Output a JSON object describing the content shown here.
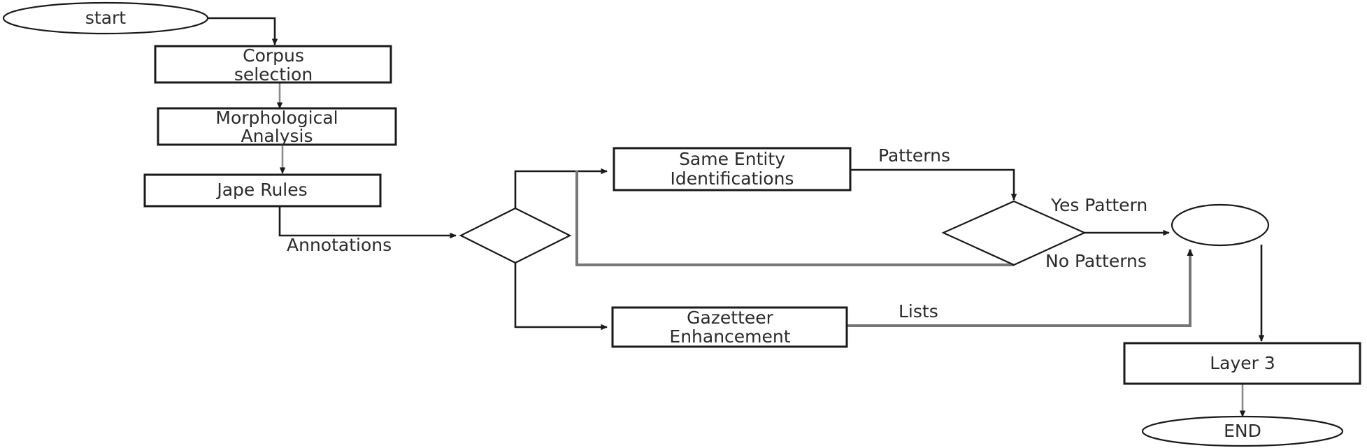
{
  "diagram": {
    "type": "flowchart",
    "title": "",
    "background_color": "#ffffff",
    "line_color": "#1a1a1a",
    "gray_line_color": "#767676",
    "text_color": "#2b2b2b",
    "nodes": [
      {
        "id": "start",
        "shape": "ellipse",
        "label": "start"
      },
      {
        "id": "corpus",
        "shape": "rectangle",
        "label_line1": "Corpus",
        "label_line2": "selection"
      },
      {
        "id": "morph",
        "shape": "rectangle",
        "label_line1": "Morphological",
        "label_line2": "Analysis"
      },
      {
        "id": "jape",
        "shape": "rectangle",
        "label": "Jape Rules"
      },
      {
        "id": "split",
        "shape": "diamond",
        "label": ""
      },
      {
        "id": "same_entity",
        "shape": "rectangle",
        "label_line1": "Same Entity",
        "label_line2": "Identifications"
      },
      {
        "id": "gazetteer",
        "shape": "rectangle",
        "label_line1": "Gazetteer",
        "label_line2": "Enhancement"
      },
      {
        "id": "pattern_test",
        "shape": "diamond",
        "label": ""
      },
      {
        "id": "merge",
        "shape": "circle",
        "label": ""
      },
      {
        "id": "layer3",
        "shape": "rectangle",
        "label": "Layer 3"
      },
      {
        "id": "end",
        "shape": "ellipse",
        "label": "END"
      }
    ],
    "edges": [
      {
        "from": "start",
        "to": "corpus",
        "label": ""
      },
      {
        "from": "corpus",
        "to": "morph",
        "label": ""
      },
      {
        "from": "morph",
        "to": "jape",
        "label": ""
      },
      {
        "from": "jape",
        "to": "split",
        "label": "Annotations"
      },
      {
        "from": "split",
        "to": "same_entity",
        "label": ""
      },
      {
        "from": "split",
        "to": "gazetteer",
        "label": ""
      },
      {
        "from": "same_entity",
        "to": "pattern_test",
        "label": "Patterns"
      },
      {
        "from": "pattern_test",
        "to": "merge",
        "label": "Yes Pattern"
      },
      {
        "from": "pattern_test",
        "to": "same_entity",
        "label": "No Patterns"
      },
      {
        "from": "gazetteer",
        "to": "merge",
        "label": "Lists"
      },
      {
        "from": "merge",
        "to": "layer3",
        "label": ""
      },
      {
        "from": "layer3",
        "to": "end",
        "label": ""
      }
    ],
    "labels": {
      "start": "start",
      "corpus_l1": "Corpus",
      "corpus_l2": "selection",
      "morph_l1": "Morphological",
      "morph_l2": "Analysis",
      "jape": "Jape Rules",
      "same_entity_l1": "Same Entity",
      "same_entity_l2": "Identifications",
      "gazetteer_l1": "Gazetteer",
      "gazetteer_l2": "Enhancement",
      "layer3": "Layer 3",
      "end": "END",
      "annotations": "Annotations",
      "patterns": "Patterns",
      "yes_pattern": "Yes Pattern",
      "no_patterns": "No Patterns",
      "lists": "Lists"
    }
  }
}
